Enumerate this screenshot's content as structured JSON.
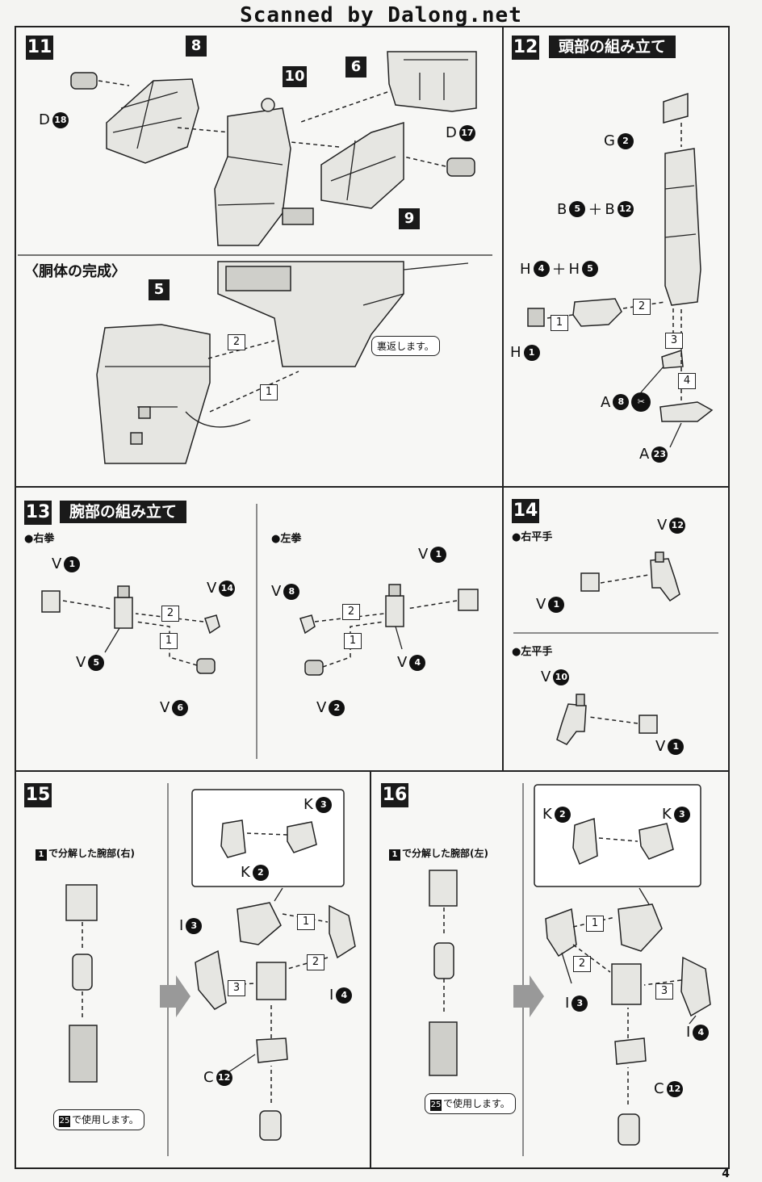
{
  "banner": "Scanned by Dalong.net",
  "page_number": "4",
  "steps": {
    "s11": {
      "num": "11"
    },
    "s12": {
      "num": "12",
      "title": "頭部の組み立て"
    },
    "s13": {
      "num": "13",
      "title": "腕部の組み立て",
      "right": "●右拳",
      "left": "●左拳"
    },
    "s14": {
      "num": "14",
      "right": "●右平手",
      "left": "●左平手"
    },
    "s15": {
      "num": "15",
      "note_top": "で分解した腕部(右)",
      "note_top_badge": "1",
      "note_bottom": "で使用します。",
      "note_bottom_badge": "25"
    },
    "s16": {
      "num": "16",
      "note_top": "で分解した腕部(左)",
      "note_top_badge": "1",
      "note_bottom": "で使用します。",
      "note_bottom_badge": "25"
    }
  },
  "torso": {
    "subtitle": "〈胴体の完成〉",
    "flip_note": "裏返します。",
    "part_num": "5"
  },
  "parts": {
    "s11": [
      {
        "letter": "D",
        "num": "18"
      },
      {
        "letter": "D",
        "num": "17"
      }
    ],
    "s11_callouts": [
      "8",
      "10",
      "6",
      "9"
    ],
    "s12": [
      {
        "letter": "G",
        "num": "2"
      },
      {
        "letter": "B",
        "num": "5",
        "plus_letter": "B",
        "plus_num": "12"
      },
      {
        "letter": "H",
        "num": "4",
        "plus_letter": "H",
        "plus_num": "5"
      },
      {
        "letter": "H",
        "num": "1"
      },
      {
        "letter": "A",
        "num": "8"
      },
      {
        "letter": "A",
        "num": "23"
      }
    ],
    "s13r": [
      {
        "letter": "V",
        "num": "1"
      },
      {
        "letter": "V",
        "num": "14"
      },
      {
        "letter": "V",
        "num": "5"
      },
      {
        "letter": "V",
        "num": "6"
      }
    ],
    "s13l": [
      {
        "letter": "V",
        "num": "1"
      },
      {
        "letter": "V",
        "num": "8"
      },
      {
        "letter": "V",
        "num": "4"
      },
      {
        "letter": "V",
        "num": "2"
      }
    ],
    "s14r": [
      {
        "letter": "V",
        "num": "12"
      },
      {
        "letter": "V",
        "num": "1"
      }
    ],
    "s14l": [
      {
        "letter": "V",
        "num": "10"
      },
      {
        "letter": "V",
        "num": "1"
      }
    ],
    "s15": [
      {
        "letter": "K",
        "num": "3"
      },
      {
        "letter": "K",
        "num": "2"
      },
      {
        "letter": "I",
        "num": "3"
      },
      {
        "letter": "I",
        "num": "4"
      },
      {
        "letter": "C",
        "num": "12"
      }
    ],
    "s16": [
      {
        "letter": "K",
        "num": "2"
      },
      {
        "letter": "K",
        "num": "3"
      },
      {
        "letter": "I",
        "num": "3"
      },
      {
        "letter": "I",
        "num": "4"
      },
      {
        "letter": "C",
        "num": "12"
      }
    ]
  },
  "order_boxes": {
    "one": "1",
    "two": "2",
    "three": "3",
    "four": "4"
  }
}
